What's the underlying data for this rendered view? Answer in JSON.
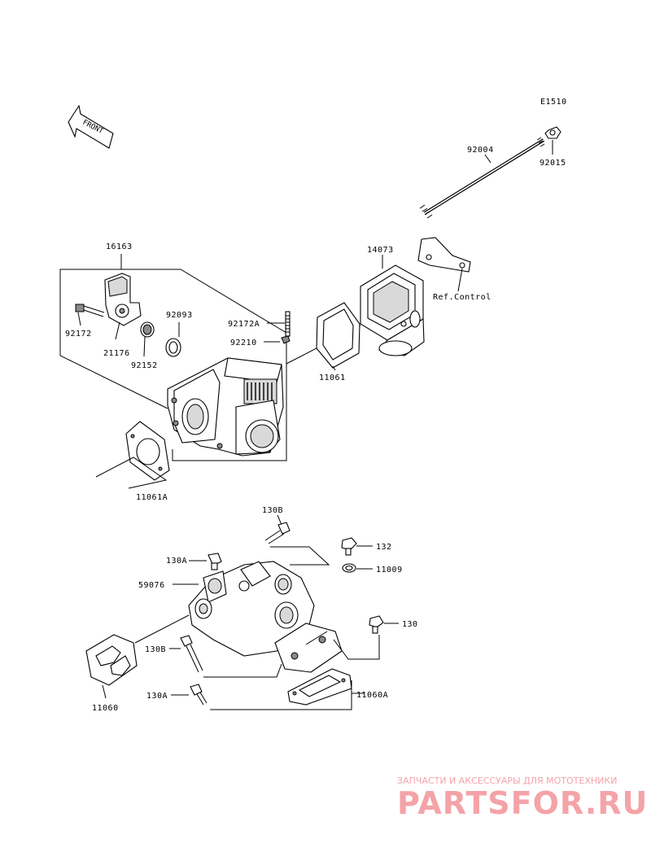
{
  "diagram": {
    "code": "E1510",
    "front_label": "FRONT",
    "ref_label": "Ref.Control",
    "parts": {
      "p92004": "92004",
      "p92015": "92015",
      "p14073": "14073",
      "p16163": "16163",
      "p92172": "92172",
      "p21176": "21176",
      "p92152": "92152",
      "p92093": "92093",
      "p92172A": "92172A",
      "p92210": "92210",
      "p11061": "11061",
      "p11061A": "11061A",
      "p130B_top": "130B",
      "p132": "132",
      "p11009": "11009",
      "p130A_top": "130A",
      "p59076": "59076",
      "p130": "130",
      "p130B_bot": "130B",
      "p130A_bot": "130A",
      "p11060": "11060",
      "p11060A": "11060A"
    }
  },
  "watermark": {
    "tagline": "ЗАПЧАСТИ И АКСЕССУАРЫ ДЛЯ МОТОТЕХНИКИ",
    "brand": "PARTSFOR.RU",
    "color": "#f4a3a8"
  }
}
